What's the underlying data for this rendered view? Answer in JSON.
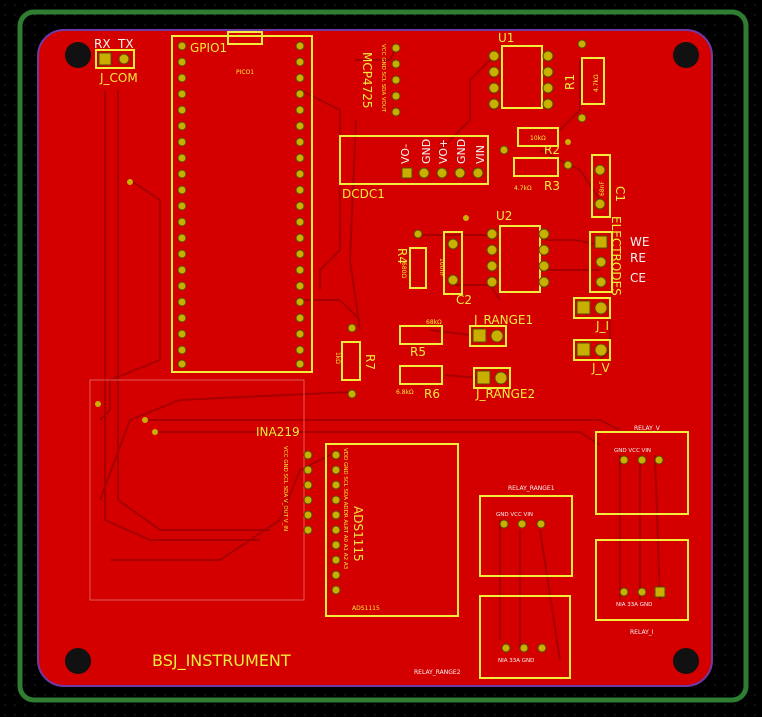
{
  "colors": {
    "copper": "#d40000",
    "silkscreen": "#f2ec3a",
    "edge_cuts": "#2e7d32",
    "pads": "#c9b000",
    "background": "#000000"
  },
  "labels": {
    "rx": "RX",
    "tx": "TX",
    "j_com": "J_COM",
    "gpio1": "GPIO1",
    "pico1": "PICO1",
    "mcp4725": "MCP4725",
    "mcp4725_pins": "VCC GND SCL SDA VOUT",
    "dcdc1": "DCDC1",
    "dcdc_pins": [
      "VO-",
      "GND",
      "VO+",
      "GND",
      "VIN"
    ],
    "u1": "U1",
    "r1": "R1",
    "r1_value": "4.7kΩ",
    "r2": "R2",
    "r2_value": "10kΩ",
    "r3": "R3",
    "r3_value": "4.7kΩ",
    "c1": "C1",
    "c1_value": "68nF",
    "u2": "U2",
    "r4": "R4",
    "r4_value": "680Ω",
    "c2": "C2",
    "c2_value": "100nF",
    "electrodes": "ELECTRODES",
    "we": "WE",
    "re": "RE",
    "ce": "CE",
    "j_i": "J_I",
    "j_v": "J_V",
    "j_range1": "J_RANGE1",
    "j_range2": "J_RANGE2",
    "r5": "R5",
    "r5_value": "68kΩ",
    "r6": "R6",
    "r6_value": "6.8kΩ",
    "r7": "R7",
    "r7_value": "1kΩ",
    "ina219": "INA219",
    "ina219_pins": "VCC GND SCL SDA V_OUT V_IN",
    "ads1115": "ADS1115",
    "ads1115_pins": "VDD GND SCL SDA ADDR ALRT A0 A1 A2 A3",
    "ads1115_small": "ADS1115",
    "relay_range1": "RELAY_RANGE1",
    "relay_range1_pins": "GND VCC VIN",
    "relay_v": "RELAY_V",
    "relay_v_pins": "GND VCC VIN",
    "relay_range2": "RELAY_RANGE2",
    "relay_range2_pins": "NIA 33A GND",
    "relay_i": "RELAY_I",
    "relay_i_pins": "NIA 33A GND",
    "board_title": "BSJ_INSTRUMENT"
  }
}
